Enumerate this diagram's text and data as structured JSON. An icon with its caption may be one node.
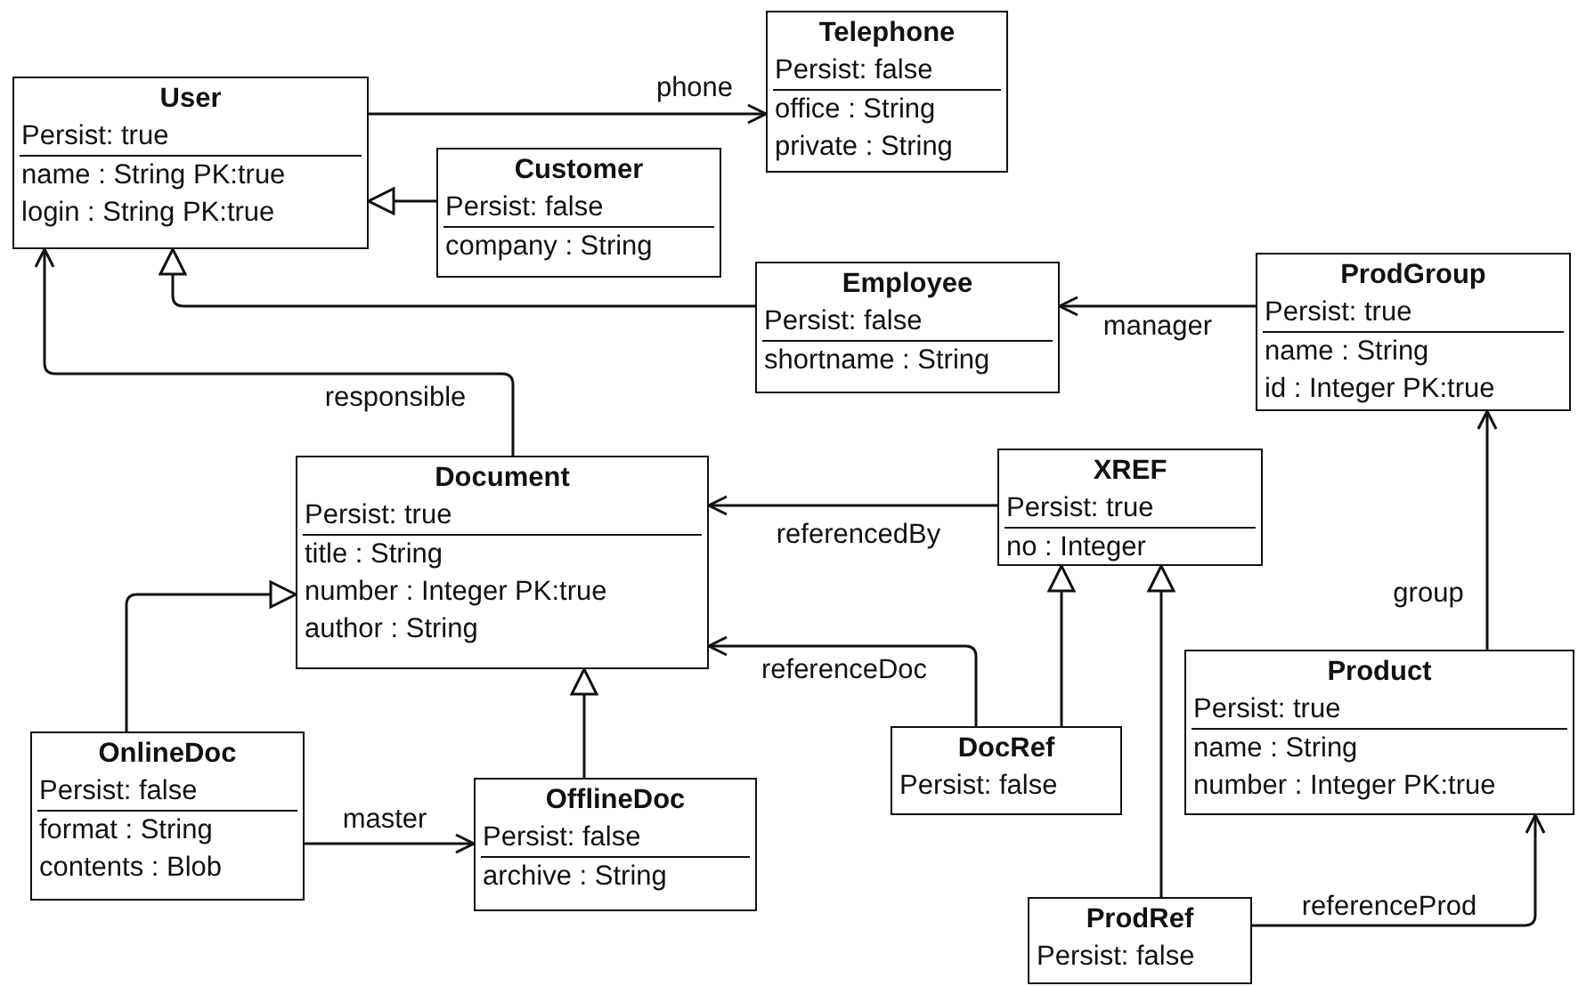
{
  "diagram": {
    "nodes": [
      {
        "text": [
          "User",
          "Persist: true",
          "name : String PK:true",
          "login : String PK:true"
        ]
      },
      {
        "text": [
          "Telephone",
          "Persist: false",
          "office : String",
          "private : String"
        ]
      },
      {
        "text": [
          "Customer",
          "Persist: false",
          "company : String"
        ]
      },
      {
        "text": [
          "Employee",
          "Persist: false",
          "shortname : String"
        ]
      },
      {
        "text": [
          "ProdGroup",
          "Persist: true",
          "name : String",
          "id : Integer PK:true"
        ]
      },
      {
        "text": [
          "Document",
          "Persist: true",
          "title : String",
          "number : Integer PK:true",
          "author : String"
        ]
      },
      {
        "text": [
          "XREF",
          "Persist: true",
          "no : Integer"
        ]
      },
      {
        "text": [
          "OnlineDoc",
          "Persist: false",
          "format : String",
          "contents : Blob"
        ]
      },
      {
        "text": [
          "OfflineDoc",
          "Persist: false",
          "archive : String"
        ]
      },
      {
        "text": [
          "DocRef",
          "Persist: false"
        ]
      },
      {
        "text": [
          "Product",
          "Persist: true",
          "name : String",
          "number : Integer PK:true"
        ]
      },
      {
        "text": [
          "ProdRef",
          "Persist: false"
        ]
      }
    ],
    "edges": [
      {
        "from": 0,
        "to": 1,
        "arrow": "to",
        "label": "phone"
      },
      {
        "from": 2,
        "to": 0,
        "arrow": "to"
      },
      {
        "from": 3,
        "to": 0,
        "arrow": "to"
      },
      {
        "from": 4,
        "to": 3,
        "arrow": "to",
        "label": "manager"
      },
      {
        "from": 5,
        "to": 0,
        "arrow": "to",
        "label": "responsible"
      },
      {
        "from": 6,
        "to": 5,
        "arrow": "to",
        "label": "referencedBy"
      },
      {
        "from": 7,
        "to": 5,
        "arrow": "to"
      },
      {
        "from": 8,
        "to": 5,
        "arrow": "to"
      },
      {
        "from": 7,
        "to": 8,
        "arrow": "to",
        "label": "master"
      },
      {
        "from": 9,
        "to": 6,
        "arrow": "to"
      },
      {
        "from": 9,
        "to": 5,
        "arrow": "to",
        "label": "referenceDoc"
      },
      {
        "from": 11,
        "to": 6,
        "arrow": "to"
      },
      {
        "from": 10,
        "to": 4,
        "arrow": "to",
        "label": "group"
      },
      {
        "from": 11,
        "to": 10,
        "arrow": "to",
        "label": "referenceProd"
      }
    ]
  }
}
